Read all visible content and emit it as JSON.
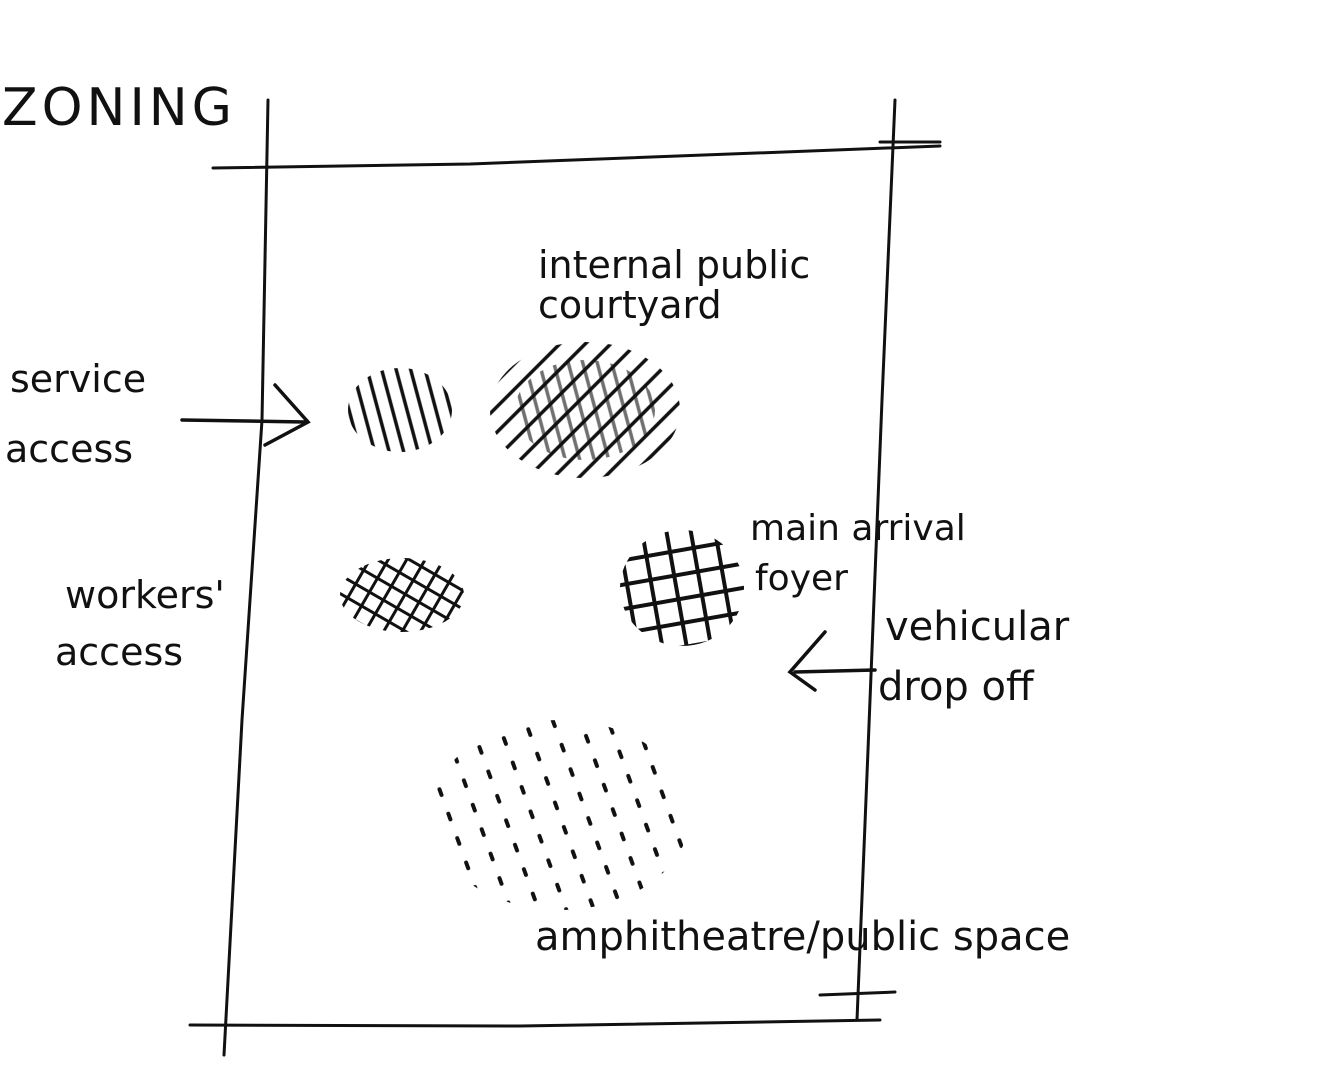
{
  "title": "ZONING",
  "labels": {
    "courtyard_line1": "internal public",
    "courtyard_line2": "courtyard",
    "service_line1": "service",
    "service_line2": "access",
    "workers_line1": "workers'",
    "workers_line2": "access",
    "foyer_line1": "main arrival",
    "foyer_line2": "foyer",
    "vehicular_line1": "vehicular",
    "vehicular_line2": "drop off",
    "amphitheatre": "amphitheatre/public space"
  }
}
